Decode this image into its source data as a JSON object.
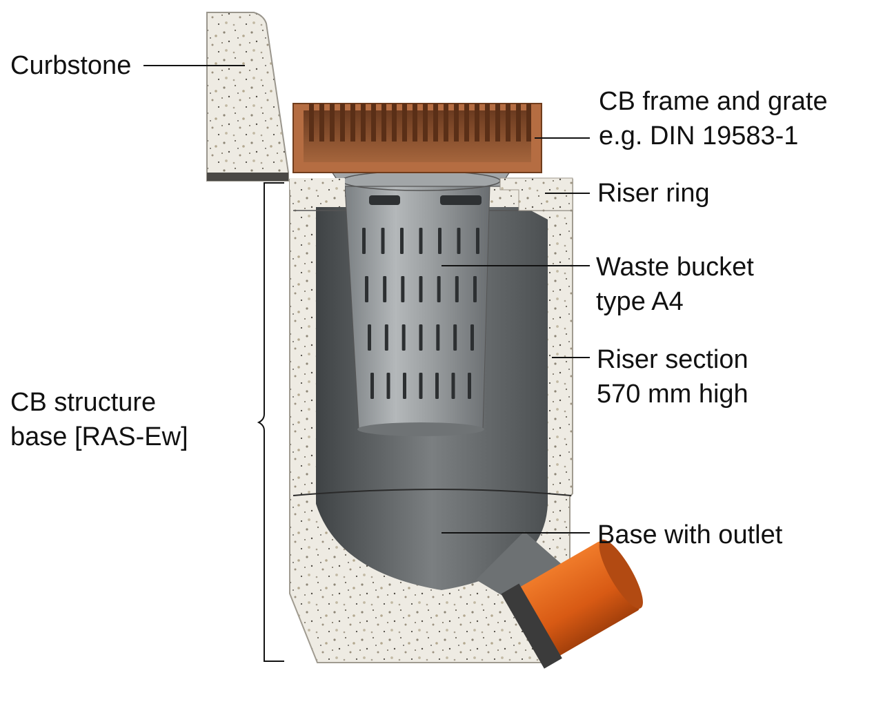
{
  "labels": {
    "curbstone": "Curbstone",
    "frame_grate": [
      "CB frame and grate",
      "e.g. DIN 19583-1"
    ],
    "riser_ring": "Riser ring",
    "waste_bucket": [
      "Waste bucket",
      "type A4"
    ],
    "riser_section": [
      "Riser section",
      "570 mm high"
    ],
    "structure_base": [
      "CB structure",
      "base [RAS-Ew]"
    ],
    "base_outlet": "Base with outlet"
  },
  "colors": {
    "concrete": "#ece8df",
    "bucket": "#8b8f92",
    "shaft": "#6e7275",
    "grate": "#8a4f2c",
    "outlet_pipe": "#e0691e",
    "leader_line": "#111111"
  }
}
